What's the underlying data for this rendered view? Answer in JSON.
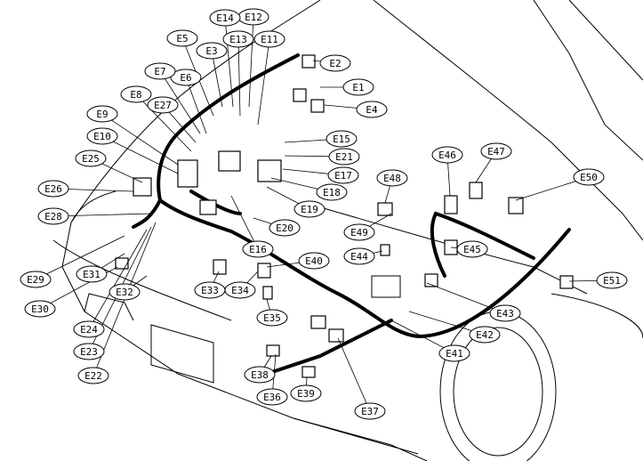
{
  "diagram": {
    "labels": [
      "E1",
      "E2",
      "E3",
      "E4",
      "E5",
      "E6",
      "E7",
      "E8",
      "E9",
      "E10",
      "E11",
      "E12",
      "E13",
      "E14",
      "E15",
      "E16",
      "E17",
      "E18",
      "E19",
      "E20",
      "E21",
      "E22",
      "E23",
      "E24",
      "E25",
      "E26",
      "E27",
      "E28",
      "E29",
      "E30",
      "E31",
      "E32",
      "E33",
      "E34",
      "E35",
      "E36",
      "E37",
      "E38",
      "E39",
      "E40",
      "E41",
      "E42",
      "E43",
      "E44",
      "E45",
      "E46",
      "E47",
      "E48",
      "E49",
      "E50",
      "E51"
    ]
  }
}
